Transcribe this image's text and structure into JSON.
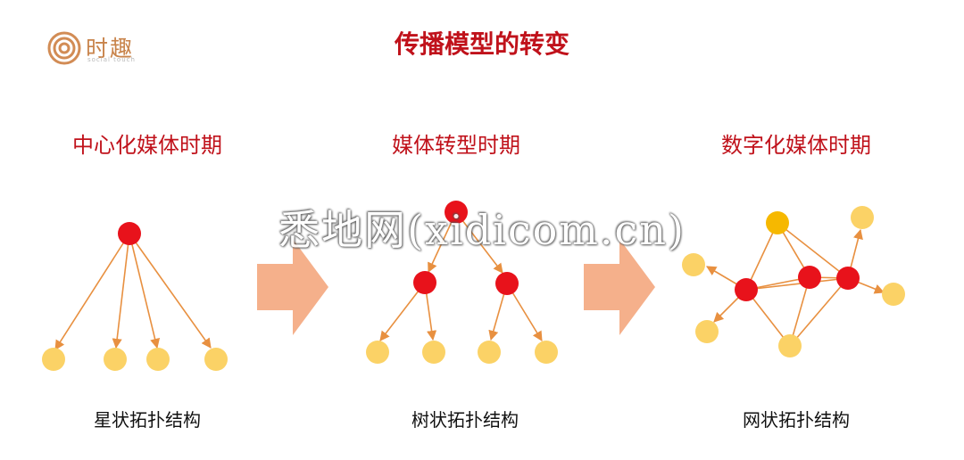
{
  "logo": {
    "text": "时趣",
    "subtitle": "social touch"
  },
  "title": "传播模型的转变",
  "periods": [
    "中心化媒体时期",
    "媒体转型时期",
    "数字化媒体时期"
  ],
  "structures": [
    "星状拓扑结构",
    "树状拓扑结构",
    "网状拓扑结构"
  ],
  "watermark": "悉地网(xidicom.cn)",
  "colors": {
    "title": "#c0121b",
    "hub_node": "#e8121b",
    "leaf_node": "#fbd266",
    "key_node": "#f6b800",
    "edge": "#e89040",
    "arrow_shape": "#f5b08b"
  }
}
